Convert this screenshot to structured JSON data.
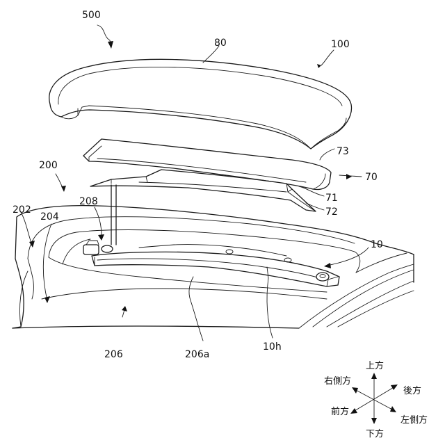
{
  "labels": {
    "l500": "500",
    "l80": "80",
    "l100": "100",
    "l73": "73",
    "l70": "70",
    "l200": "200",
    "l71": "71",
    "l72": "72",
    "l208": "208",
    "l202": "202",
    "l204": "204",
    "l10": "10",
    "l206": "206",
    "l206a": "206a",
    "l10h": "10h"
  },
  "directions": {
    "up": "上方",
    "down": "下方",
    "rear": "後方",
    "front": "前方",
    "right_side": "右側方",
    "left_side": "左側方"
  }
}
